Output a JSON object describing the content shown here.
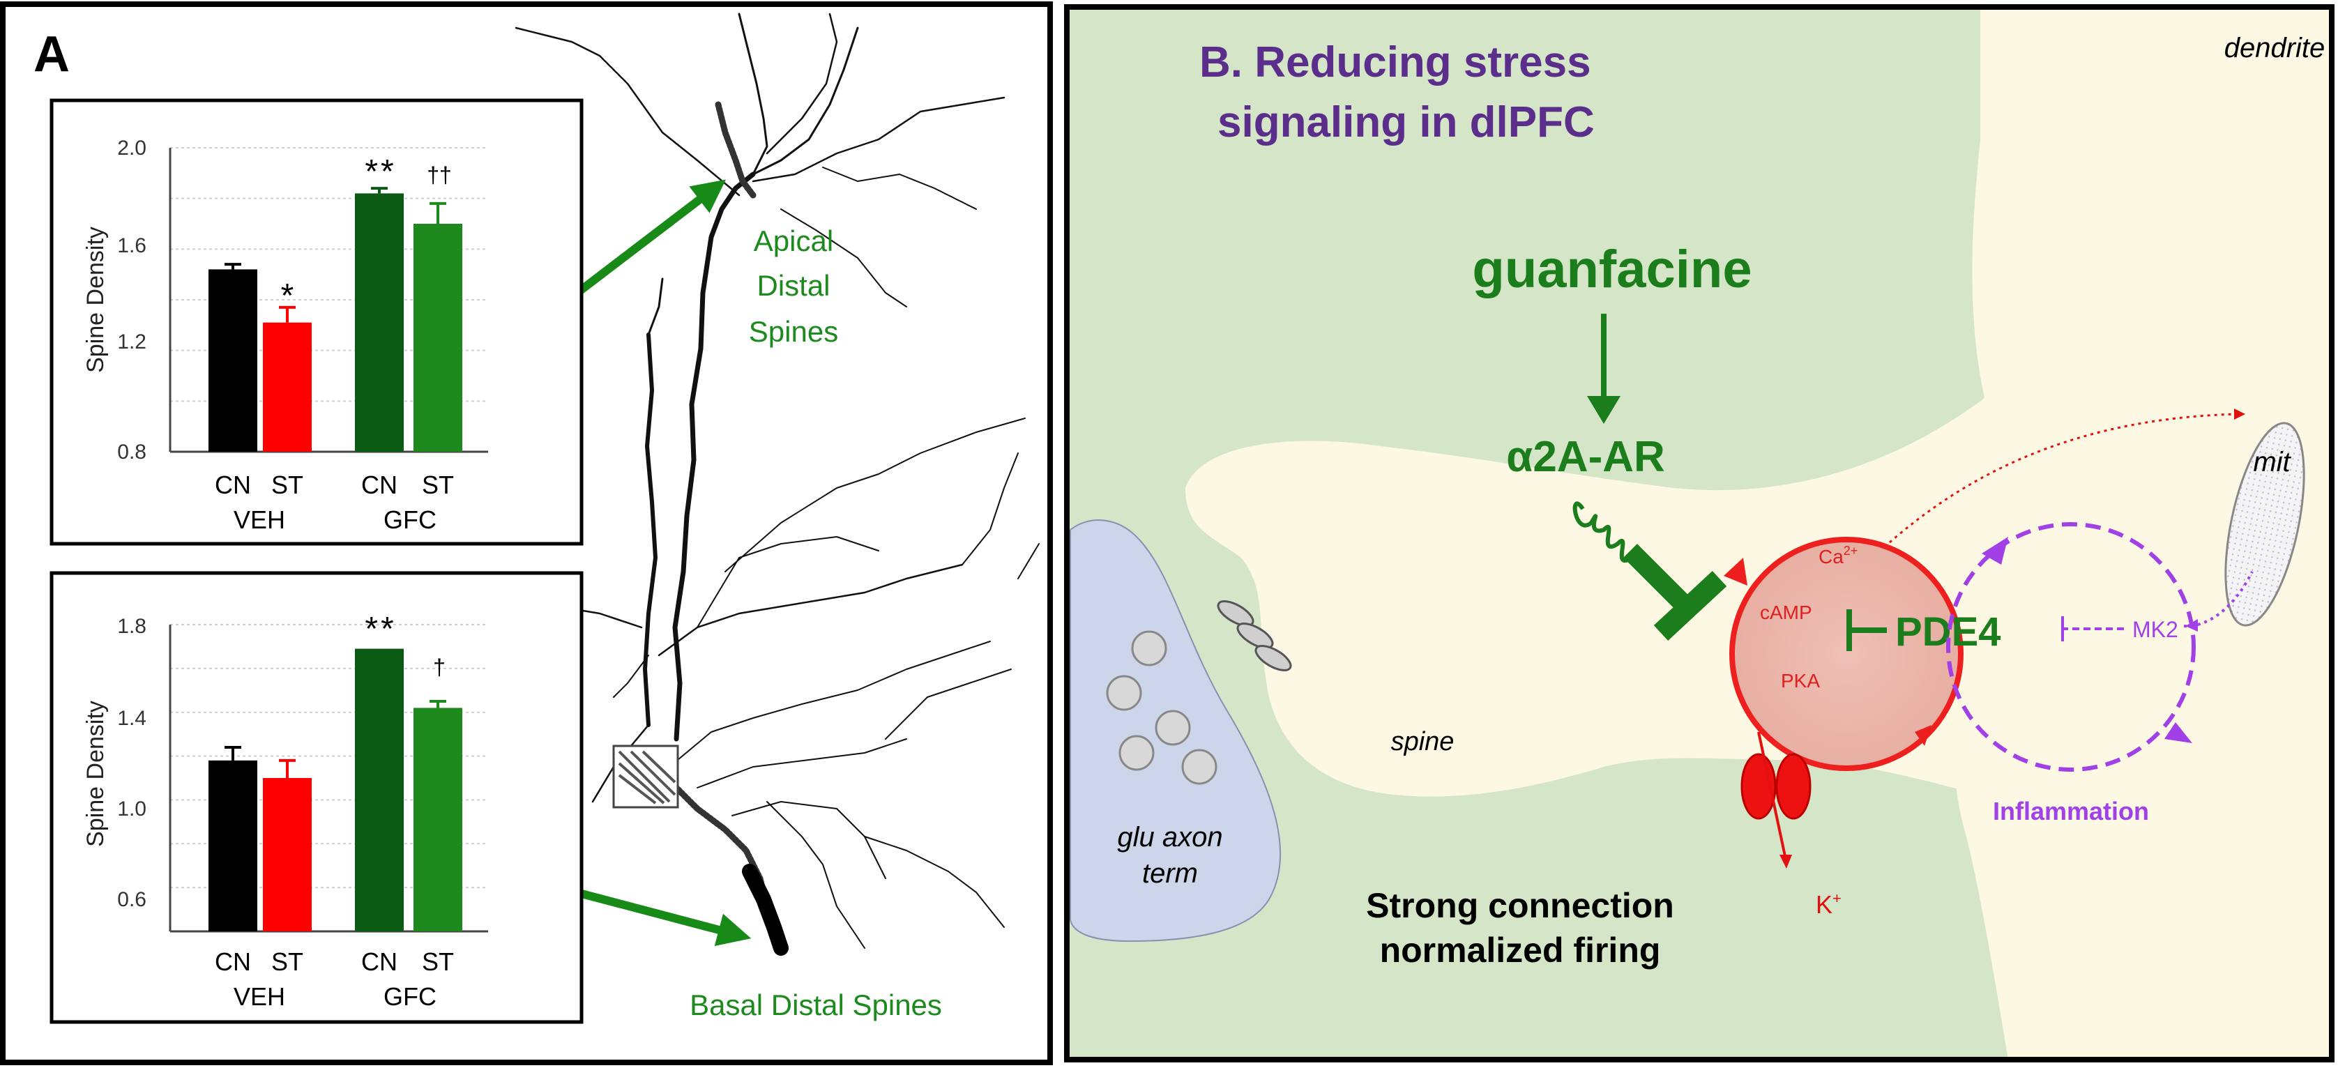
{
  "panel_a": {
    "label": "A",
    "top_chart": {
      "ylabel": "Spine Density",
      "ticks": [
        "2.0",
        "1.6",
        "1.2",
        "0.8"
      ],
      "bar_labels": [
        "CN",
        "ST",
        "CN",
        "ST"
      ],
      "group_labels": [
        "VEH",
        "GFC"
      ],
      "sig": [
        "*",
        "**",
        "††"
      ]
    },
    "bottom_chart": {
      "ylabel": "Spine Density",
      "ticks": [
        "1.8",
        "1.4",
        "1.0",
        "0.6"
      ],
      "bar_labels": [
        "CN",
        "ST",
        "CN",
        "ST"
      ],
      "group_labels": [
        "VEH",
        "GFC"
      ],
      "sig": [
        "**",
        "†"
      ]
    },
    "apical_label": [
      "Apical",
      "Distal",
      "Spines"
    ],
    "basal_label": "Basal Distal Spines"
  },
  "panel_b": {
    "title": [
      "B. Reducing stress",
      "signaling in dlPFC"
    ],
    "dendrite": "dendrite",
    "drug": "guanfacine",
    "receptor": "α2A-AR",
    "mit": "mit",
    "ca": "Ca",
    "ca_sup": "2+",
    "camp": "cAMP",
    "pka": "PKA",
    "pde4": "PDE4",
    "mk2": "MK2",
    "spine": "spine",
    "axon": [
      "glu axon",
      "term"
    ],
    "inflammation": "Inflammation",
    "k": "K",
    "k_sup": "+",
    "result": [
      "Strong connection",
      "normalized firing"
    ]
  },
  "chart_data": [
    {
      "type": "bar",
      "categories": [
        "VEH CN",
        "VEH ST",
        "GFC CN",
        "GFC ST"
      ],
      "values": [
        1.52,
        1.31,
        1.82,
        1.7
      ],
      "errors": [
        0.02,
        0.06,
        0.02,
        0.08
      ],
      "colors": [
        "#000000",
        "#ff0000",
        "#0b5a14",
        "#1e8a1e"
      ],
      "ylabel": "Spine Density",
      "ylim": [
        0.8,
        2.0
      ],
      "grid": true
    },
    {
      "type": "bar",
      "categories": [
        "VEH CN",
        "VEH ST",
        "GFC CN",
        "GFC ST"
      ],
      "values": [
        1.18,
        1.1,
        1.69,
        1.42
      ],
      "errors": [
        0.06,
        0.08,
        0.0,
        0.03
      ],
      "colors": [
        "#000000",
        "#ff0000",
        "#0b5a14",
        "#1e8a1e"
      ],
      "ylabel": "Spine Density",
      "ylim": [
        0.4,
        1.8
      ],
      "grid": true
    }
  ]
}
